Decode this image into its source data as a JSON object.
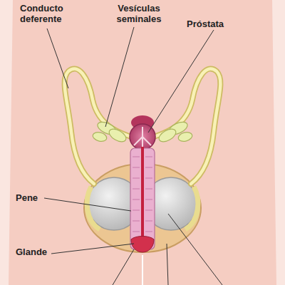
{
  "diagram": {
    "labels": [
      "Conducto deferente",
      "Vesículas seminales",
      "Próstata",
      "Pene",
      "Glande"
    ]
  }
}
